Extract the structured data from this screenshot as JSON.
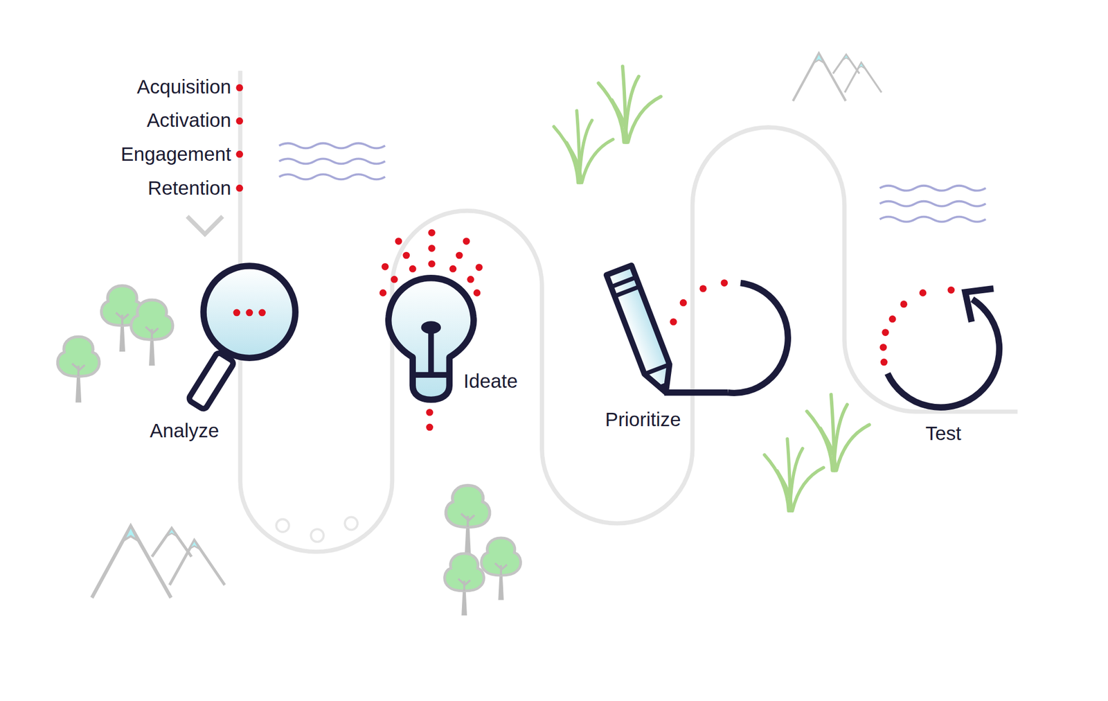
{
  "diagram": {
    "labels": [
      "Acquisition",
      "Activation",
      "Engagement",
      "Retention",
      "Analyze",
      "Ideate",
      "Prioritize",
      "Test"
    ]
  }
}
